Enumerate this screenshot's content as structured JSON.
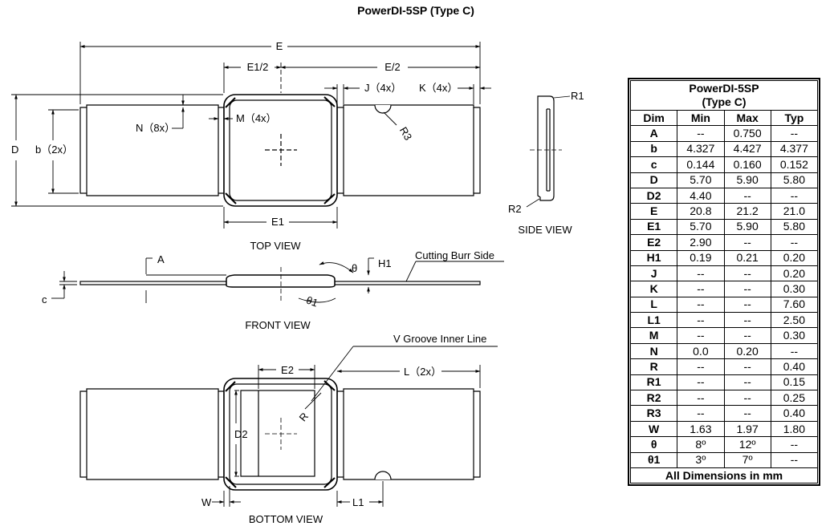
{
  "title": "PowerDI-5SP (Type C)",
  "views": {
    "top": "TOP VIEW",
    "side": "SIDE VIEW",
    "front": "FRONT VIEW",
    "bottom": "BOTTOM VIEW"
  },
  "labels": {
    "E": "E",
    "E1_half": "E1/2",
    "E_half": "E/2",
    "J": "J（4x）",
    "K": "K（4x）",
    "M": "M（4x）",
    "N": "N（8x）",
    "b": "b（2x）",
    "D": "D",
    "E1": "E1",
    "R1": "R1",
    "R2": "R2",
    "R3": "R3",
    "A": "A",
    "H1": "H1",
    "theta": "θ",
    "theta1": "θ1",
    "c": "c",
    "cutting_burr": "Cutting Burr Side",
    "v_groove": "V Groove Inner Line",
    "E2": "E2",
    "L": "L（2x）",
    "R": "R",
    "D2": "D2",
    "W": "W",
    "L1": "L1"
  },
  "table": {
    "title_line1": "PowerDI-5SP",
    "title_line2": "(Type C)",
    "headers": [
      "Dim",
      "Min",
      "Max",
      "Typ"
    ],
    "rows": [
      [
        "A",
        "--",
        "0.750",
        "--"
      ],
      [
        "b",
        "4.327",
        "4.427",
        "4.377"
      ],
      [
        "c",
        "0.144",
        "0.160",
        "0.152"
      ],
      [
        "D",
        "5.70",
        "5.90",
        "5.80"
      ],
      [
        "D2",
        "4.40",
        "--",
        "--"
      ],
      [
        "E",
        "20.8",
        "21.2",
        "21.0"
      ],
      [
        "E1",
        "5.70",
        "5.90",
        "5.80"
      ],
      [
        "E2",
        "2.90",
        "--",
        "--"
      ],
      [
        "H1",
        "0.19",
        "0.21",
        "0.20"
      ],
      [
        "J",
        "--",
        "--",
        "0.20"
      ],
      [
        "K",
        "--",
        "--",
        "0.30"
      ],
      [
        "L",
        "--",
        "--",
        "7.60"
      ],
      [
        "L1",
        "--",
        "--",
        "2.50"
      ],
      [
        "M",
        "--",
        "--",
        "0.30"
      ],
      [
        "N",
        "0.0",
        "0.20",
        "--"
      ],
      [
        "R",
        "--",
        "--",
        "0.40"
      ],
      [
        "R1",
        "--",
        "--",
        "0.15"
      ],
      [
        "R2",
        "--",
        "--",
        "0.25"
      ],
      [
        "R3",
        "--",
        "--",
        "0.40"
      ],
      [
        "W",
        "1.63",
        "1.97",
        "1.80"
      ],
      [
        "θ",
        "8º",
        "12º",
        "--"
      ],
      [
        "θ1",
        "3º",
        "7º",
        "--"
      ]
    ],
    "footer": "All Dimensions in mm"
  }
}
